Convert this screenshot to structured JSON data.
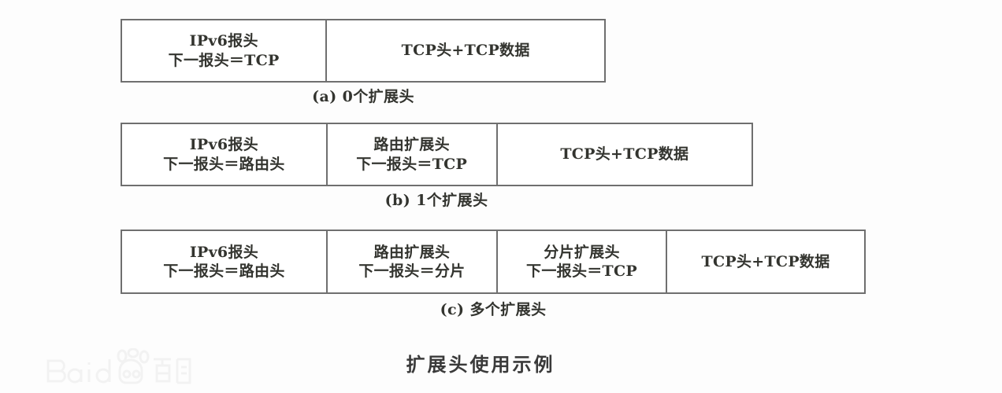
{
  "figure": {
    "main_caption": "扩展头使用示例",
    "watermark": {
      "name": "baidu-baike-watermark",
      "text": "Baidu 百科",
      "color": "#e8e8e8"
    },
    "border_color": "#6f6f6f",
    "background_color": "#fdfdfd",
    "text_color": "#33342f",
    "diagrams": [
      {
        "id": "a",
        "caption": "(a) 0个扩展头",
        "fields": [
          {
            "line1": "IPv6报头",
            "line2": "下一报头＝TCP"
          },
          {
            "line1": "TCP头+TCP数据",
            "line2": ""
          }
        ]
      },
      {
        "id": "b",
        "caption": "(b) 1个扩展头",
        "fields": [
          {
            "line1": "IPv6报头",
            "line2": "下一报头＝路由头"
          },
          {
            "line1": "路由扩展头",
            "line2": "下一报头＝TCP"
          },
          {
            "line1": "TCP头+TCP数据",
            "line2": ""
          }
        ]
      },
      {
        "id": "c",
        "caption": "(c) 多个扩展头",
        "fields": [
          {
            "line1": "IPv6报头",
            "line2": "下一报头＝路由头"
          },
          {
            "line1": "路由扩展头",
            "line2": "下一报头＝分片"
          },
          {
            "line1": "分片扩展头",
            "line2": "下一报头＝TCP"
          },
          {
            "line1": "TCP头+TCP数据",
            "line2": ""
          }
        ]
      }
    ]
  }
}
